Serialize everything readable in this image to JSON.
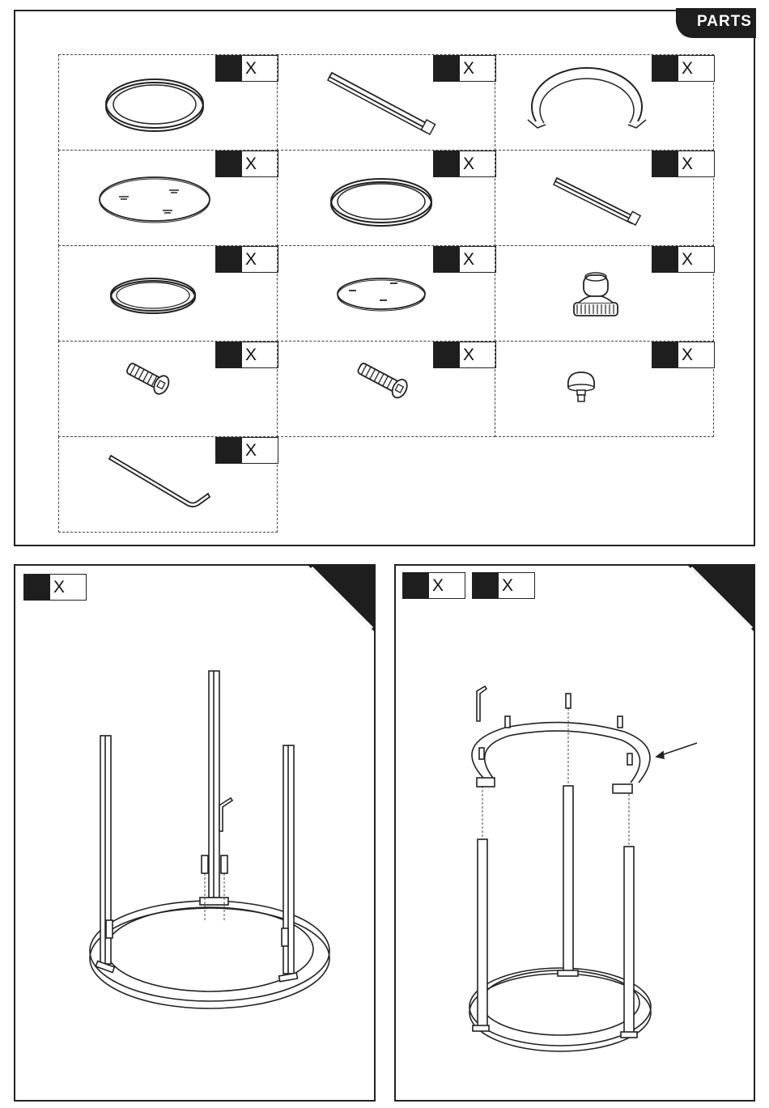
{
  "header": {
    "parts_title": "PARTS"
  },
  "qty_symbol": "X",
  "parts": [
    {
      "icon": "large-ring-icon"
    },
    {
      "icon": "long-leg-bar-icon"
    },
    {
      "icon": "open-ring-icon"
    },
    {
      "icon": "large-glass-top-icon"
    },
    {
      "icon": "medium-ring-icon"
    },
    {
      "icon": "short-leg-bar-icon"
    },
    {
      "icon": "small-ring-icon"
    },
    {
      "icon": "small-glass-top-icon"
    },
    {
      "icon": "knob-foot-icon"
    },
    {
      "icon": "long-bolt-icon"
    },
    {
      "icon": "bolt-icon"
    },
    {
      "icon": "cap-foot-icon"
    },
    {
      "icon": "allen-key-icon"
    }
  ],
  "steps": [
    {
      "qty_boxes": 1
    },
    {
      "qty_boxes": 2
    }
  ],
  "colors": {
    "ink": "#1e1e1e",
    "paper": "#ffffff"
  }
}
